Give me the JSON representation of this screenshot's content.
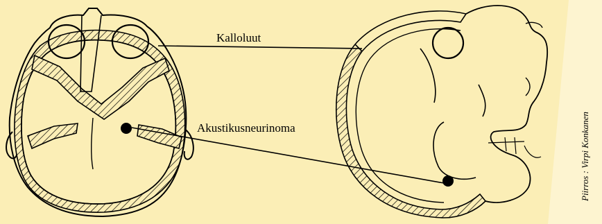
{
  "labels": {
    "skull_bones": "Kalloluut",
    "tumor": "Akustikusneurinoma"
  },
  "credit": "Piirros : Virpi Konkanen",
  "colors": {
    "background": "#fbeeb6",
    "corner_fade": "#fdf6dc",
    "ink": "#000000"
  }
}
